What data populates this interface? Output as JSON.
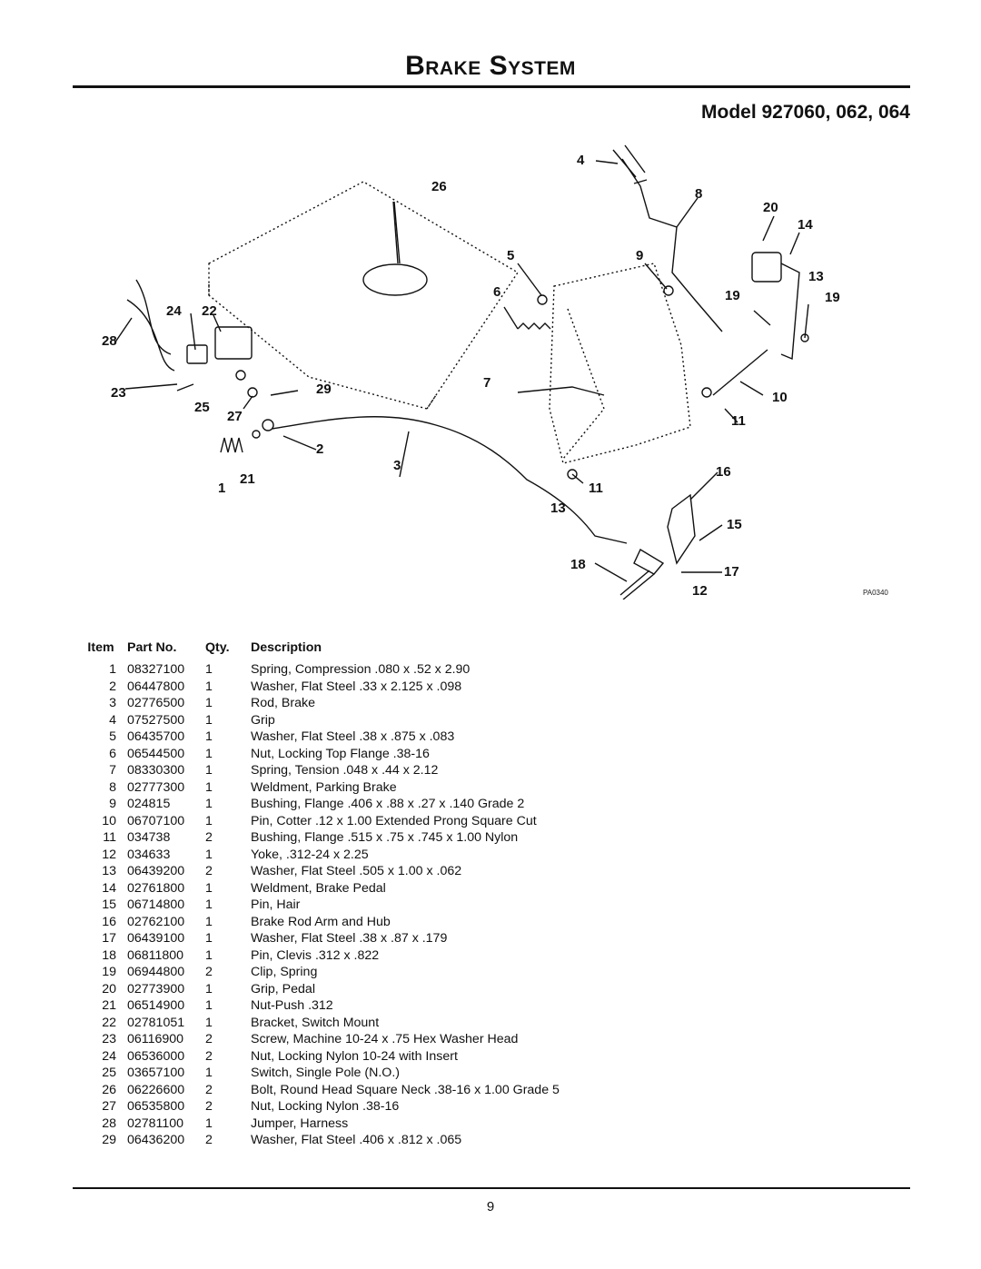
{
  "page": {
    "title": "Brake System",
    "model": "Model 927060, 062, 064",
    "page_number": "9"
  },
  "diagram": {
    "drawing_code": "PA0340",
    "callouts": [
      "1",
      "2",
      "3",
      "4",
      "5",
      "6",
      "7",
      "8",
      "9",
      "10",
      "11",
      "11",
      "12",
      "13",
      "13",
      "14",
      "15",
      "16",
      "17",
      "18",
      "19",
      "19",
      "20",
      "21",
      "22",
      "23",
      "24",
      "25",
      "26",
      "27",
      "28",
      "29"
    ]
  },
  "parts_table": {
    "headers": [
      "Item",
      "Part No.",
      "Qty.",
      "Description"
    ],
    "rows": [
      [
        "1",
        "08327100",
        "1",
        "Spring, Compression .080 x .52 x 2.90"
      ],
      [
        "2",
        "06447800",
        "1",
        "Washer, Flat Steel .33 x 2.125 x .098"
      ],
      [
        "3",
        "02776500",
        "1",
        "Rod, Brake"
      ],
      [
        "4",
        "07527500",
        "1",
        "Grip"
      ],
      [
        "5",
        "06435700",
        "1",
        "Washer, Flat Steel .38 x .875 x .083"
      ],
      [
        "6",
        "06544500",
        "1",
        "Nut, Locking Top Flange .38-16"
      ],
      [
        "7",
        "08330300",
        "1",
        "Spring, Tension .048 x .44 x 2.12"
      ],
      [
        "8",
        "02777300",
        "1",
        "Weldment, Parking Brake"
      ],
      [
        "9",
        "024815",
        "1",
        "Bushing, Flange .406 x .88 x .27  x .140 Grade 2"
      ],
      [
        "10",
        "06707100",
        "1",
        "Pin, Cotter .12 x 1.00 Extended Prong Square Cut"
      ],
      [
        "11",
        "034738",
        "2",
        "Bushing, Flange .515 x .75 x .745 x 1.00 Nylon"
      ],
      [
        "12",
        "034633",
        "1",
        "Yoke, .312-24 x 2.25"
      ],
      [
        "13",
        "06439200",
        "2",
        "Washer, Flat Steel .505 x 1.00 x .062"
      ],
      [
        "14",
        "02761800",
        "1",
        "Weldment, Brake Pedal"
      ],
      [
        "15",
        "06714800",
        "1",
        "Pin, Hair"
      ],
      [
        "16",
        "02762100",
        "1",
        "Brake Rod Arm and Hub"
      ],
      [
        "17",
        "06439100",
        "1",
        "Washer, Flat Steel .38 x .87 x .179"
      ],
      [
        "18",
        "06811800",
        "1",
        "Pin, Clevis .312 x .822"
      ],
      [
        "19",
        "06944800",
        "2",
        "Clip, Spring"
      ],
      [
        "20",
        "02773900",
        "1",
        "Grip, Pedal"
      ],
      [
        "21",
        "06514900",
        "1",
        "Nut-Push .312"
      ],
      [
        "22",
        "02781051",
        "1",
        "Bracket, Switch Mount"
      ],
      [
        "23",
        "06116900",
        "2",
        "Screw, Machine 10-24 x .75 Hex Washer Head"
      ],
      [
        "24",
        "06536000",
        "2",
        "Nut, Locking Nylon 10-24 with Insert"
      ],
      [
        "25",
        "03657100",
        "1",
        "Switch, Single Pole (N.O.)"
      ],
      [
        "26",
        "06226600",
        "2",
        "Bolt, Round Head Square Neck .38-16 x 1.00 Grade 5"
      ],
      [
        "27",
        "06535800",
        "2",
        "Nut, Locking Nylon .38-16"
      ],
      [
        "28",
        "02781100",
        "1",
        "Jumper, Harness"
      ],
      [
        "29",
        "06436200",
        "2",
        "Washer, Flat Steel .406 x .812 x .065"
      ]
    ]
  }
}
